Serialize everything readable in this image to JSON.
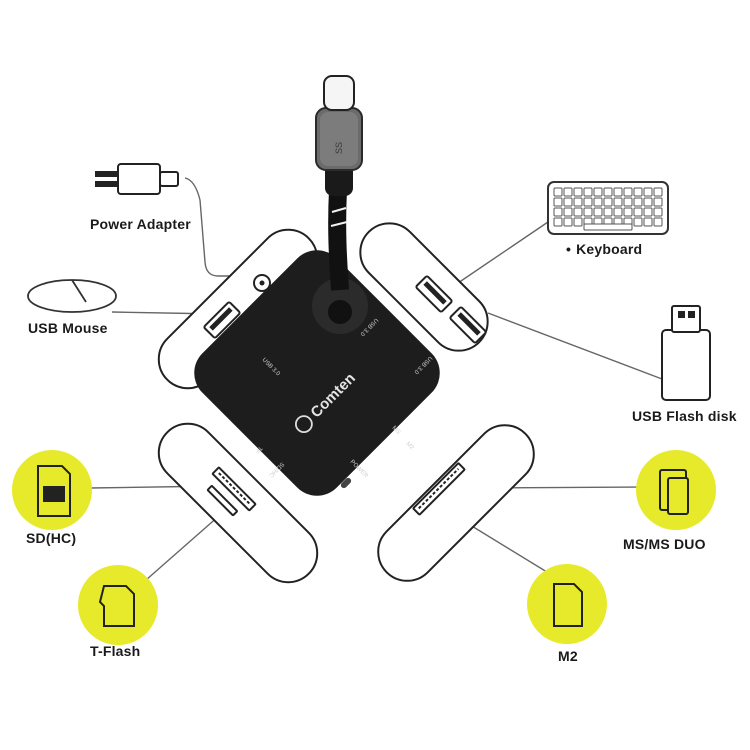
{
  "labels": {
    "power_adapter": "Power Adapter",
    "keyboard": "Keyboard",
    "usb_mouse": "USB Mouse",
    "usb_flash_disk": "USB Flash disk",
    "sd_hc": "SD(HC)",
    "t_flash": "T-Flash",
    "ms_duo": "MS/MS DUO",
    "m2": "M2"
  },
  "hub": {
    "brand": "Comten",
    "port_labels": [
      "USB 3.0",
      "USB 3.0",
      "USB 3.0",
      "SD/HC",
      "TF",
      "MS",
      "M2",
      "POWER"
    ]
  },
  "cable": {
    "connector_marking": "SS"
  },
  "colors": {
    "accent_circle": "#e6ea2a",
    "hub_body": "#1d1d1d",
    "line": "#555555"
  },
  "icons": {
    "power_adapter": "power-adapter-icon",
    "keyboard": "keyboard-icon",
    "mouse": "mouse-icon",
    "flash_disk": "usb-flash-drive-icon",
    "sd_card": "sd-card-icon",
    "tf_card": "micro-sd-card-icon",
    "ms_card": "memory-stick-icon",
    "m2_card": "m2-card-icon"
  }
}
